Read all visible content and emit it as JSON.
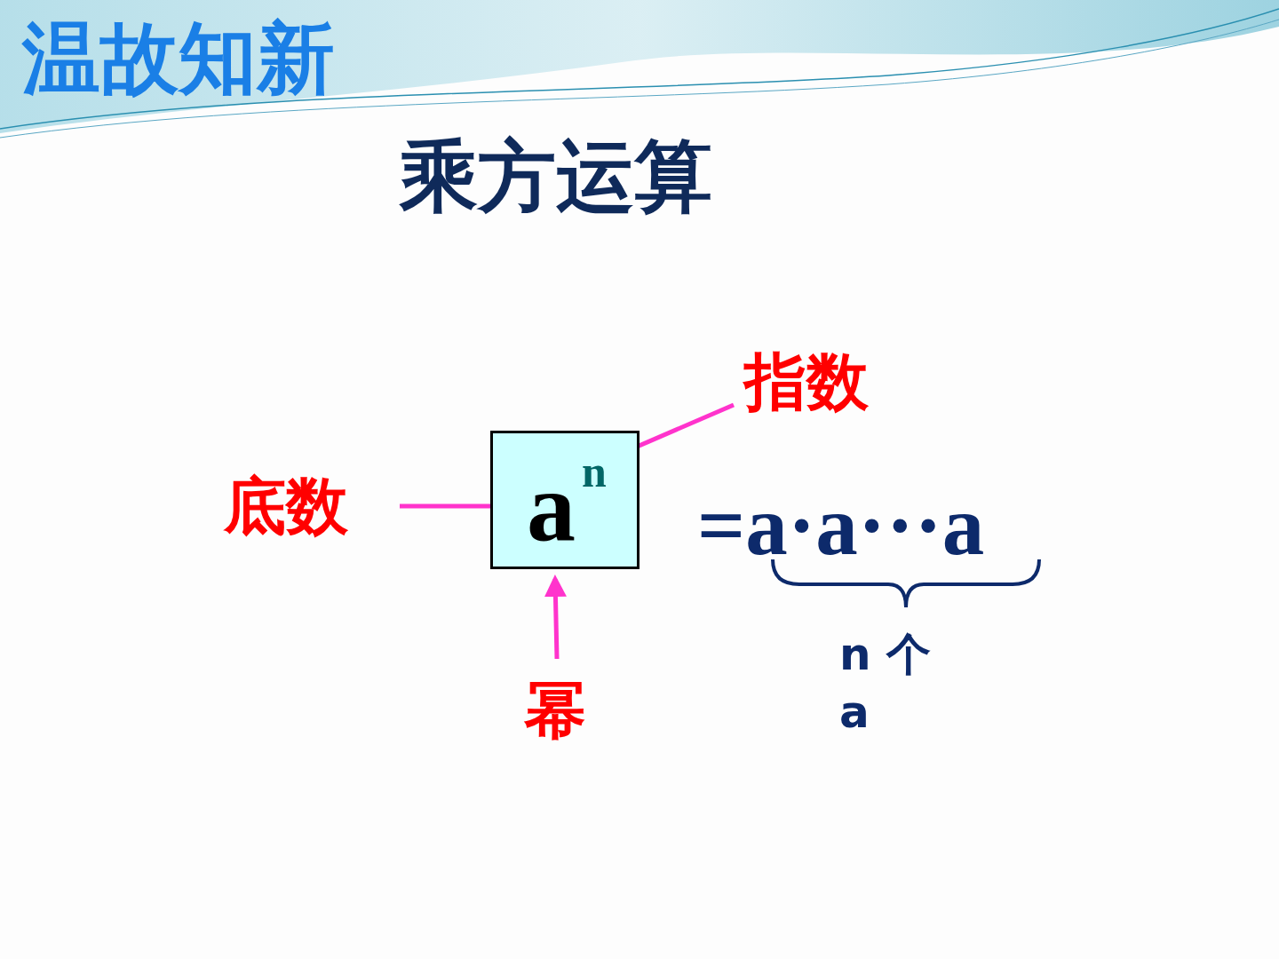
{
  "diagram": {
    "title": "乘方运算",
    "nodes": [
      {
        "text": [
          "a",
          "n"
        ]
      }
    ],
    "labels": [
      "温故知新",
      "指数",
      "底数",
      "幂",
      "=a·a···a",
      "n 个 a"
    ]
  }
}
